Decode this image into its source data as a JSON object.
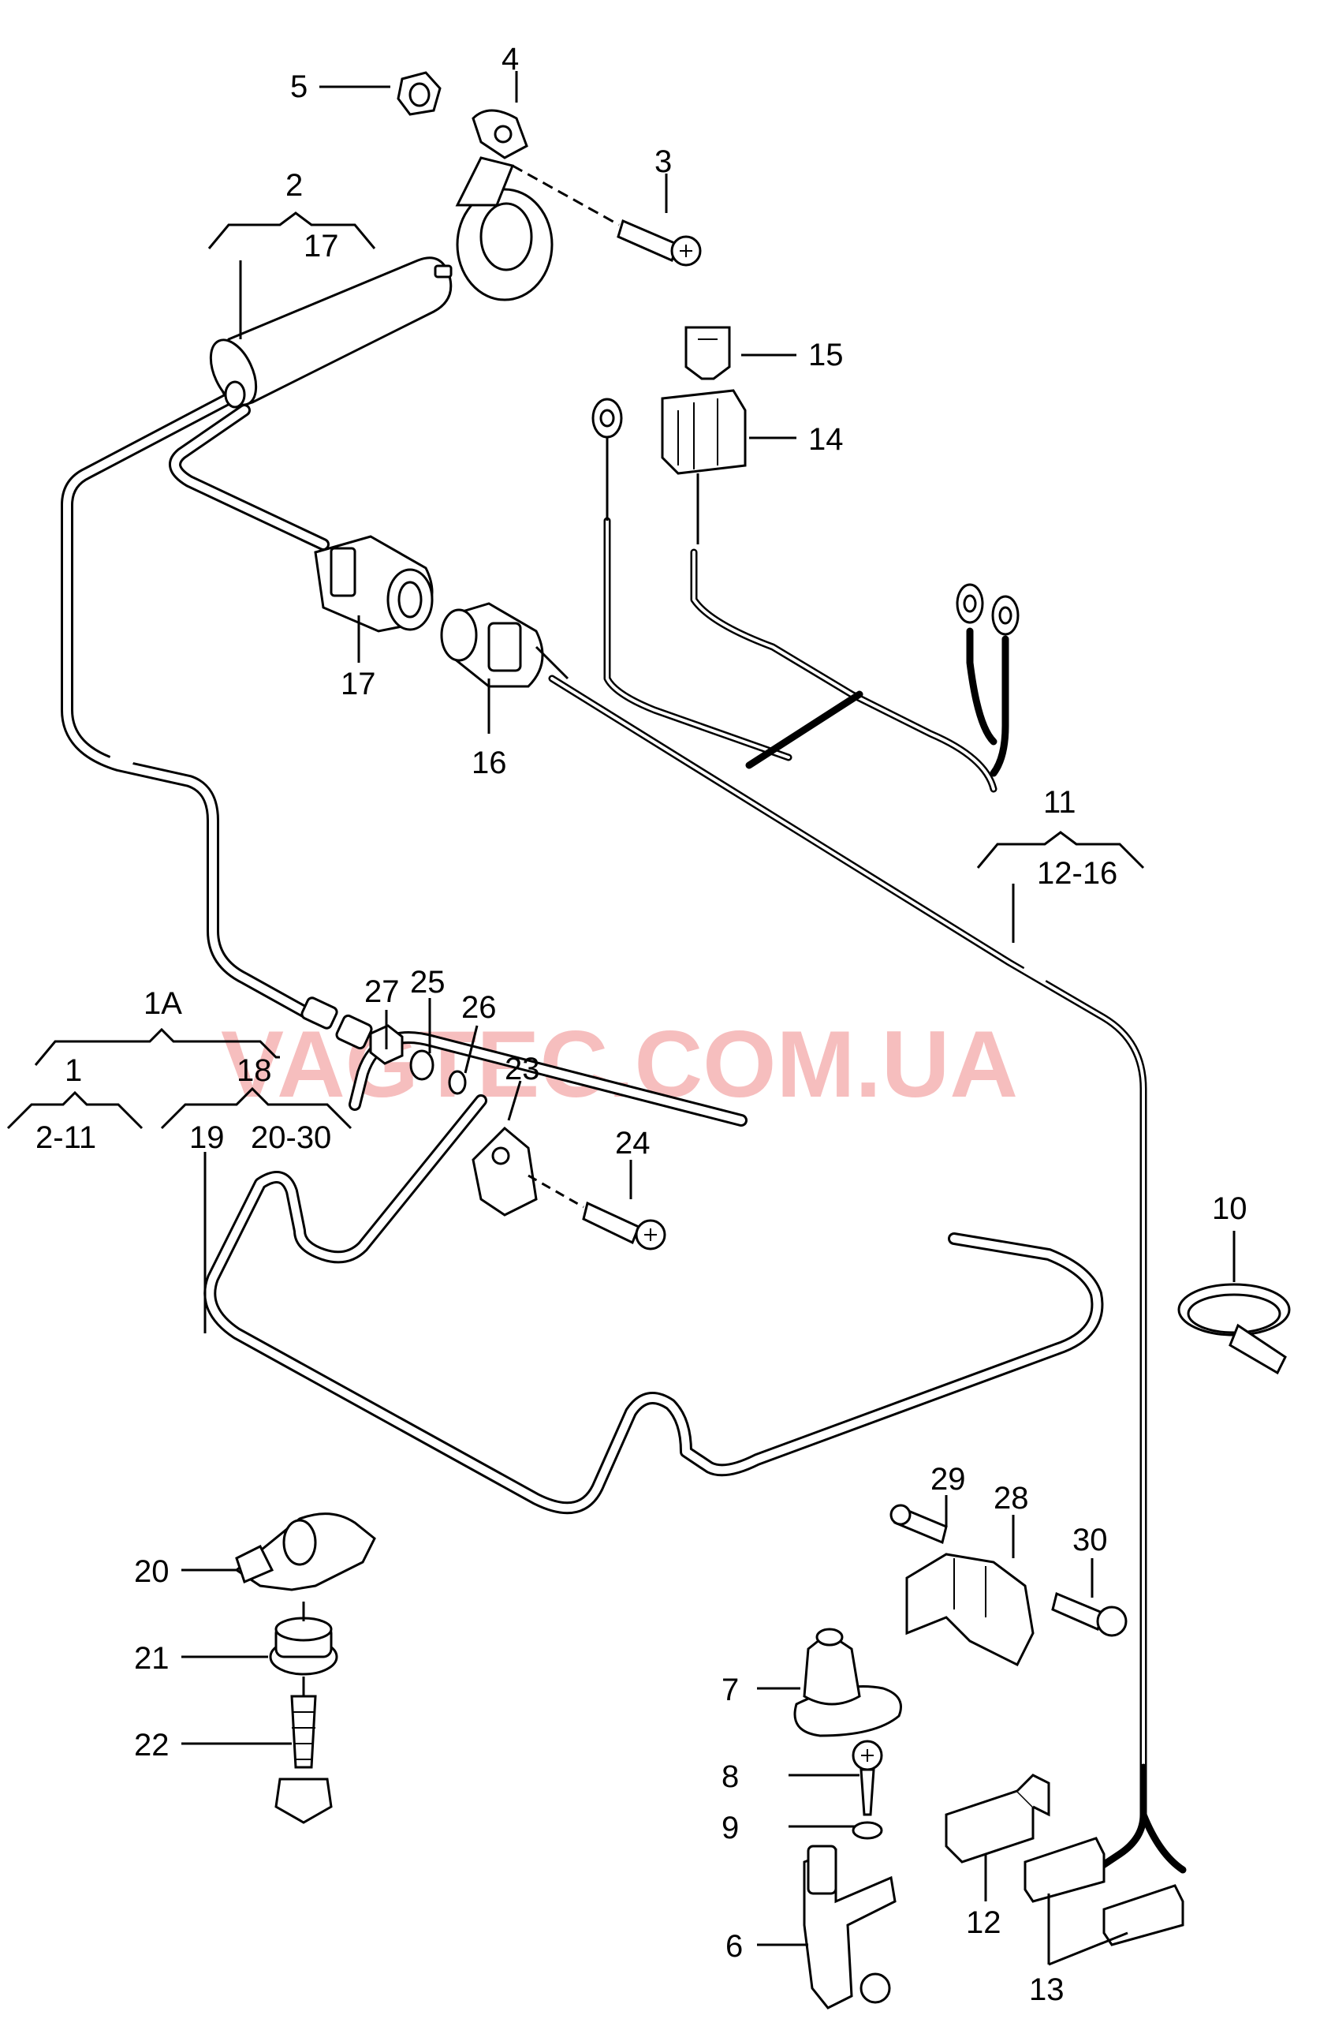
{
  "watermark": "VAGTEC.COM.UA",
  "labels": {
    "l1": "1",
    "l1A": "1A",
    "l2": "2",
    "l2_11": "2-11",
    "l3": "3",
    "l4": "4",
    "l5": "5",
    "l6": "6",
    "l7": "7",
    "l8": "8",
    "l9": "9",
    "l10": "10",
    "l11": "11",
    "l12": "12",
    "l12_16": "12-16",
    "l13": "13",
    "l14": "14",
    "l15": "15",
    "l16": "16",
    "l17a": "17",
    "l17b": "17",
    "l18": "18",
    "l19": "19",
    "l20": "20",
    "l20_30": "20-30",
    "l21": "21",
    "l22": "22",
    "l23": "23",
    "l24": "24",
    "l25": "25",
    "l26": "26",
    "l27": "27",
    "l28": "28",
    "l29": "29",
    "l30": "30"
  }
}
